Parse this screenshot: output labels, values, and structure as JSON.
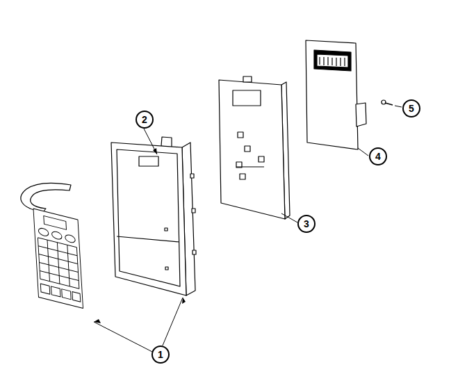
{
  "diagram": {
    "nodes": [
      {
        "text": [
          "5"
        ]
      },
      {
        "text": [
          "2"
        ]
      },
      {
        "text": [
          "4"
        ]
      },
      {
        "text": [
          "3"
        ]
      },
      {
        "text": [
          "1"
        ]
      }
    ]
  }
}
